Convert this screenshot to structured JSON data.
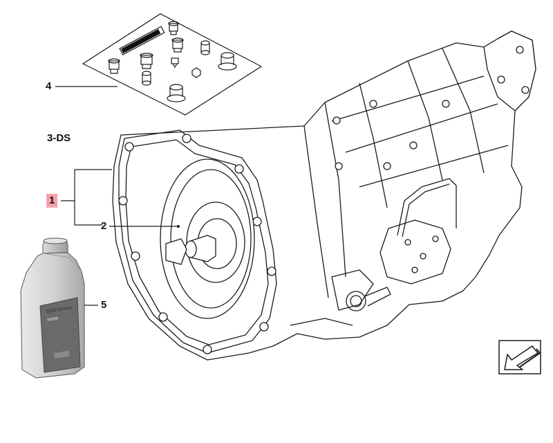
{
  "variant_label": "3-DS",
  "callouts": {
    "c1": "1",
    "c2": "2",
    "c4": "4",
    "c5": "5"
  },
  "bottle_label_text": "BMW Service",
  "colors": {
    "line": "#1a1a1a",
    "highlight": "#f7a1aa",
    "bottle_label": "#6a6a6a",
    "bottle_body": "#d6d6d6"
  },
  "icons": {
    "navigation": "arrow-left-down-icon"
  }
}
